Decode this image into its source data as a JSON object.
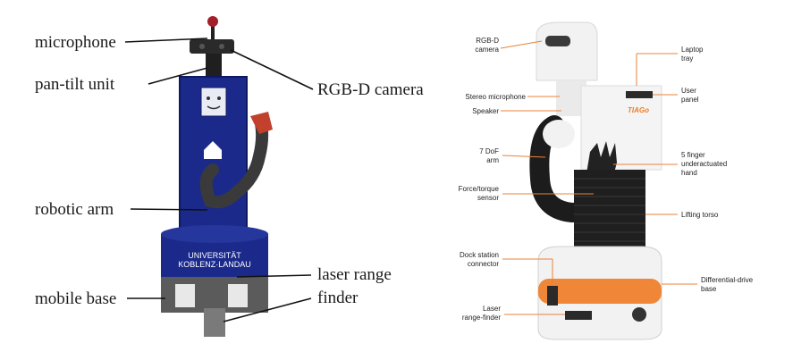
{
  "colors": {
    "robot_a_body": "#1b2a8a",
    "robot_a_body_dark": "#0f1960",
    "robot_b_white": "#f2f2f2",
    "robot_b_black": "#1c1c1c",
    "robot_b_orange": "#f07a22",
    "leader_orange": "#e8833a",
    "leader_dark": "#111111"
  },
  "left_robot": {
    "labels": {
      "microphone": "microphone",
      "pan_tilt": "pan-tilt unit",
      "rgbd_camera": "RGB-D camera",
      "robotic_arm": "robotic arm",
      "laser_line1": "laser range",
      "laser_line2": "finder",
      "mobile_base": "mobile base"
    },
    "logo_line1": "UNIVERSITÄT",
    "logo_line2": "KOBLENZ·LANDAU"
  },
  "right_robot": {
    "labels": {
      "rgbd_line1": "RGB-D",
      "rgbd_line2": "camera",
      "stereo_mic": "Stereo microphone",
      "speaker": "Speaker",
      "arm_line1": "7 DoF",
      "arm_line2": "arm",
      "ft_line1": "Force/torque",
      "ft_line2": "sensor",
      "dock_line1": "Dock station",
      "dock_line2": "connector",
      "laser_line1": "Laser",
      "laser_line2": "range-finder",
      "laptop_line1": "Laptop",
      "laptop_line2": "tray",
      "user_line1": "User",
      "user_line2": "panel",
      "hand_line1": "5 finger",
      "hand_line2": "underactuated",
      "hand_line3": "hand",
      "torso": "Lifting torso",
      "drive_line1": "Differential-drive",
      "drive_line2": "base"
    },
    "brand": "TIAGo"
  }
}
